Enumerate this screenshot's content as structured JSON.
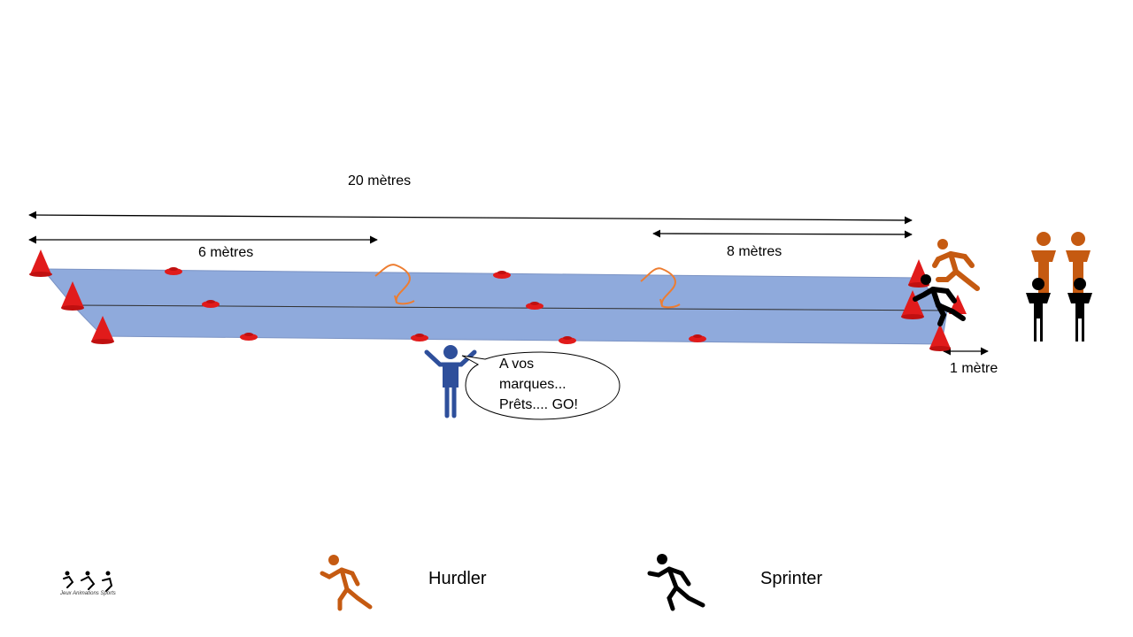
{
  "measurements": {
    "total": "20 mètres",
    "first_hurdle": "6 mètres",
    "last_segment": "8 mètres",
    "lane_gap": "1 mètre"
  },
  "speech": {
    "line1": "A vos",
    "line2": "marques...",
    "line3": "Prêts.... GO!"
  },
  "legend": {
    "hurdler": "Hurdler",
    "sprinter": "Sprinter"
  },
  "logo": {
    "text": "Jeux Animations Sports"
  },
  "colors": {
    "track": "#8faadc",
    "cone": "#e11b1b",
    "hurdle": "#ed7d31",
    "hurdler": "#c55a11",
    "sprinter": "#000000",
    "starter": "#2e4f9b"
  }
}
